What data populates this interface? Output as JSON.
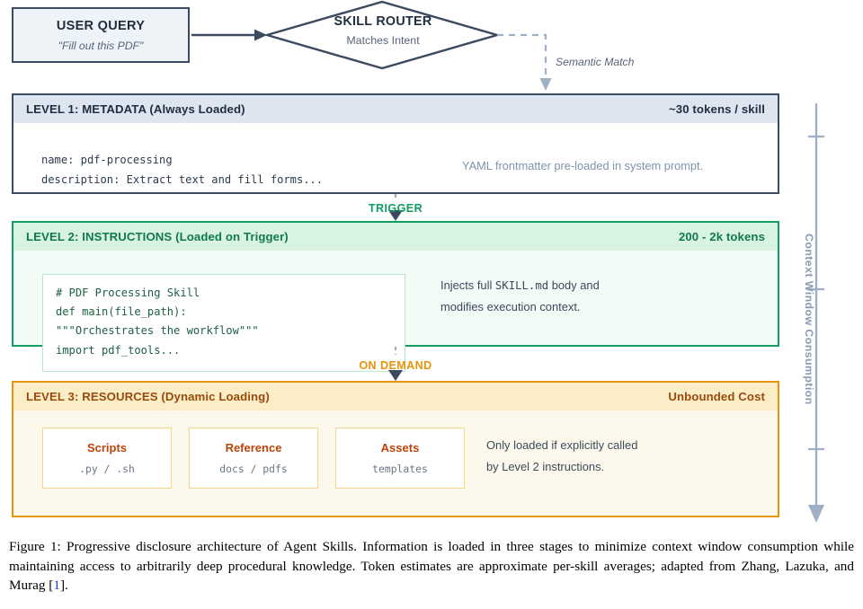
{
  "flow": {
    "user_query": {
      "title": "USER QUERY",
      "subtitle": "\"Fill out this PDF\""
    },
    "skill_router": {
      "title": "SKILL ROUTER",
      "subtitle": "Matches Intent"
    },
    "semantic_match_label": "Semantic Match",
    "trigger_label": "TRIGGER",
    "on_demand_label": "ON DEMAND"
  },
  "levels": [
    {
      "title": "LEVEL 1: METADATA (Always Loaded)",
      "cost": "~30 tokens / skill",
      "code": "name: pdf-processing\ndescription: Extract text and fill forms...",
      "note": "YAML frontmatter pre-loaded in system prompt.",
      "accent": "#3b4a5e",
      "header_bg": "#dde6f0"
    },
    {
      "title": "LEVEL 2: INSTRUCTIONS (Loaded on Trigger)",
      "cost": "200 - 2k tokens",
      "code": "# PDF Processing Skill\ndef main(file_path):\n\"\"\"Orchestrates the workflow\"\"\"\nimport pdf_tools...",
      "note_part1": "Injects full ",
      "note_mono": "SKILL.md",
      "note_part2": " body and",
      "note_line2": "modifies execution context.",
      "accent": "#0f9d62",
      "header_bg": "#d8f3e2"
    },
    {
      "title": "LEVEL 3: RESOURCES (Dynamic Loading)",
      "cost": "Unbounded Cost",
      "note_line1": "Only loaded if explicitly called",
      "note_line2": "by Level 2 instructions.",
      "accent": "#e8930c",
      "header_bg": "#fbeec6",
      "cards": [
        {
          "title": "Scripts",
          "sub": ".py / .sh"
        },
        {
          "title": "Reference",
          "sub": "docs / pdfs"
        },
        {
          "title": "Assets",
          "sub": "templates"
        }
      ]
    }
  ],
  "axis": {
    "label": "Context Window Consumption",
    "color": "#8a9bb3"
  },
  "caption": {
    "prefix": "Figure 1:",
    "text": " Progressive disclosure architecture of Agent Skills.  Information is loaded in three stages to minimize context window consumption while maintaining access to arbitrarily deep procedural knowledge.  Token estimates are approximate per-skill averages; adapted from Zhang, Lazuka, and Murag [",
    "reference": "1",
    "suffix": "]."
  }
}
